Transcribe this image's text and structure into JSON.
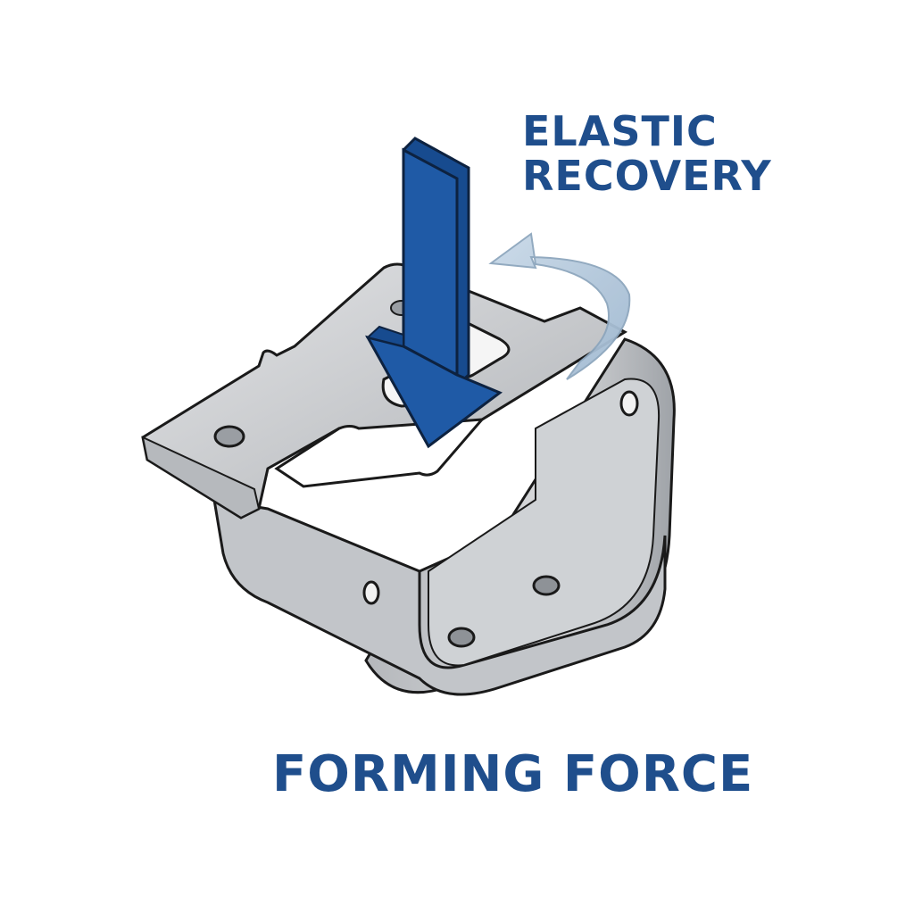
{
  "labels": {
    "elastic_line1": "ELASTIC",
    "elastic_line2": "RECOVERY",
    "forming_force": "FORMING FORCE"
  },
  "colors": {
    "label_blue": "#1f4e8c",
    "arrow_blue": "#1f5aa6",
    "recovery_arrow": "#b8cde0",
    "metal_light": "#d4d6d9",
    "metal_dark": "#a9adb3",
    "outline": "#1a1a1a"
  }
}
